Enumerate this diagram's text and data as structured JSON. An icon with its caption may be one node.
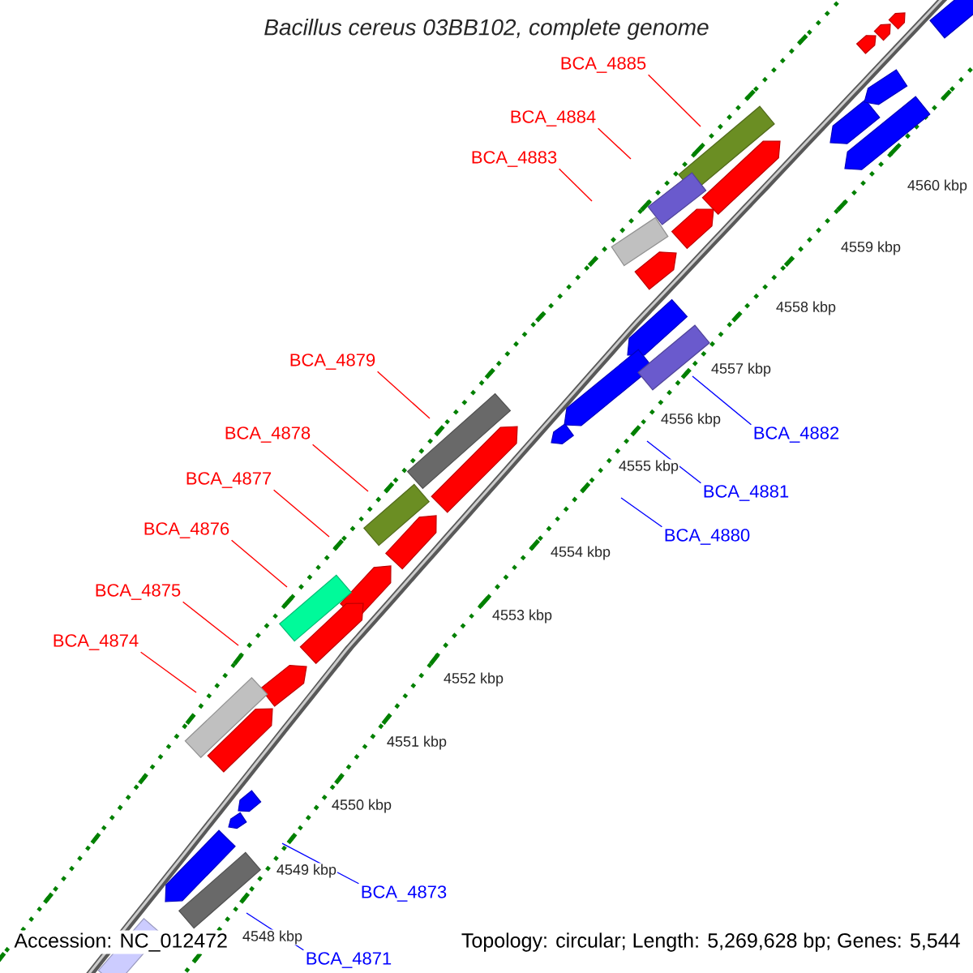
{
  "diagram": {
    "title": "Bacillus cereus 03BB102, complete genome",
    "nodes": [
      {
        "text": [
          "BCA_4885"
        ]
      },
      {
        "text": [
          "BCA_4884"
        ]
      },
      {
        "text": [
          "BCA_4883"
        ]
      },
      {
        "text": [
          "BCA_4879"
        ]
      },
      {
        "text": [
          "BCA_4878"
        ]
      },
      {
        "text": [
          "BCA_4882"
        ]
      },
      {
        "text": [
          "BCA_4877"
        ]
      },
      {
        "text": [
          "BCA_4881"
        ]
      },
      {
        "text": [
          "BCA_4876"
        ]
      },
      {
        "text": [
          "BCA_4880"
        ]
      },
      {
        "text": [
          "BCA_4875"
        ]
      },
      {
        "text": [
          "BCA_4874"
        ]
      },
      {
        "text": [
          "BCA_4873"
        ]
      },
      {
        "text": [
          "BCA_4871"
        ]
      }
    ],
    "edges": [
      {
        "from": 0,
        "to": null,
        "arrow": "none"
      },
      {
        "from": 1,
        "to": null,
        "arrow": "none"
      },
      {
        "from": 2,
        "to": null,
        "arrow": "none"
      },
      {
        "from": 3,
        "to": null,
        "arrow": "none"
      },
      {
        "from": 4,
        "to": null,
        "arrow": "none"
      },
      {
        "from": 5,
        "to": null,
        "arrow": "none",
        "color": "#0000ff"
      },
      {
        "from": 6,
        "to": null,
        "arrow": "none"
      },
      {
        "from": 7,
        "to": null,
        "arrow": "none",
        "color": "#0000ff"
      },
      {
        "from": 8,
        "to": null,
        "arrow": "none"
      },
      {
        "from": 9,
        "to": null,
        "arrow": "none",
        "color": "#0000ff"
      },
      {
        "from": 10,
        "to": null,
        "arrow": "none"
      },
      {
        "from": 11,
        "to": null,
        "arrow": "none"
      },
      {
        "from": 12,
        "to": null,
        "arrow": "none",
        "color": "#0000ff"
      },
      {
        "from": 13,
        "to": null,
        "arrow": "none",
        "color": "#0000ff"
      }
    ],
    "labels": [
      "4560 kbp",
      "4559 kbp",
      "4558 kbp",
      "4557 kbp",
      "4556 kbp",
      "4555 kbp",
      "4554 kbp",
      "4553 kbp",
      "4552 kbp",
      "4551 kbp",
      "4550 kbp",
      "4549 kbp",
      "4548 kbp",
      "Accession: NC_012472",
      "Topology: circular; Length: 5,269,628 bp; Genes: 5,544"
    ]
  }
}
